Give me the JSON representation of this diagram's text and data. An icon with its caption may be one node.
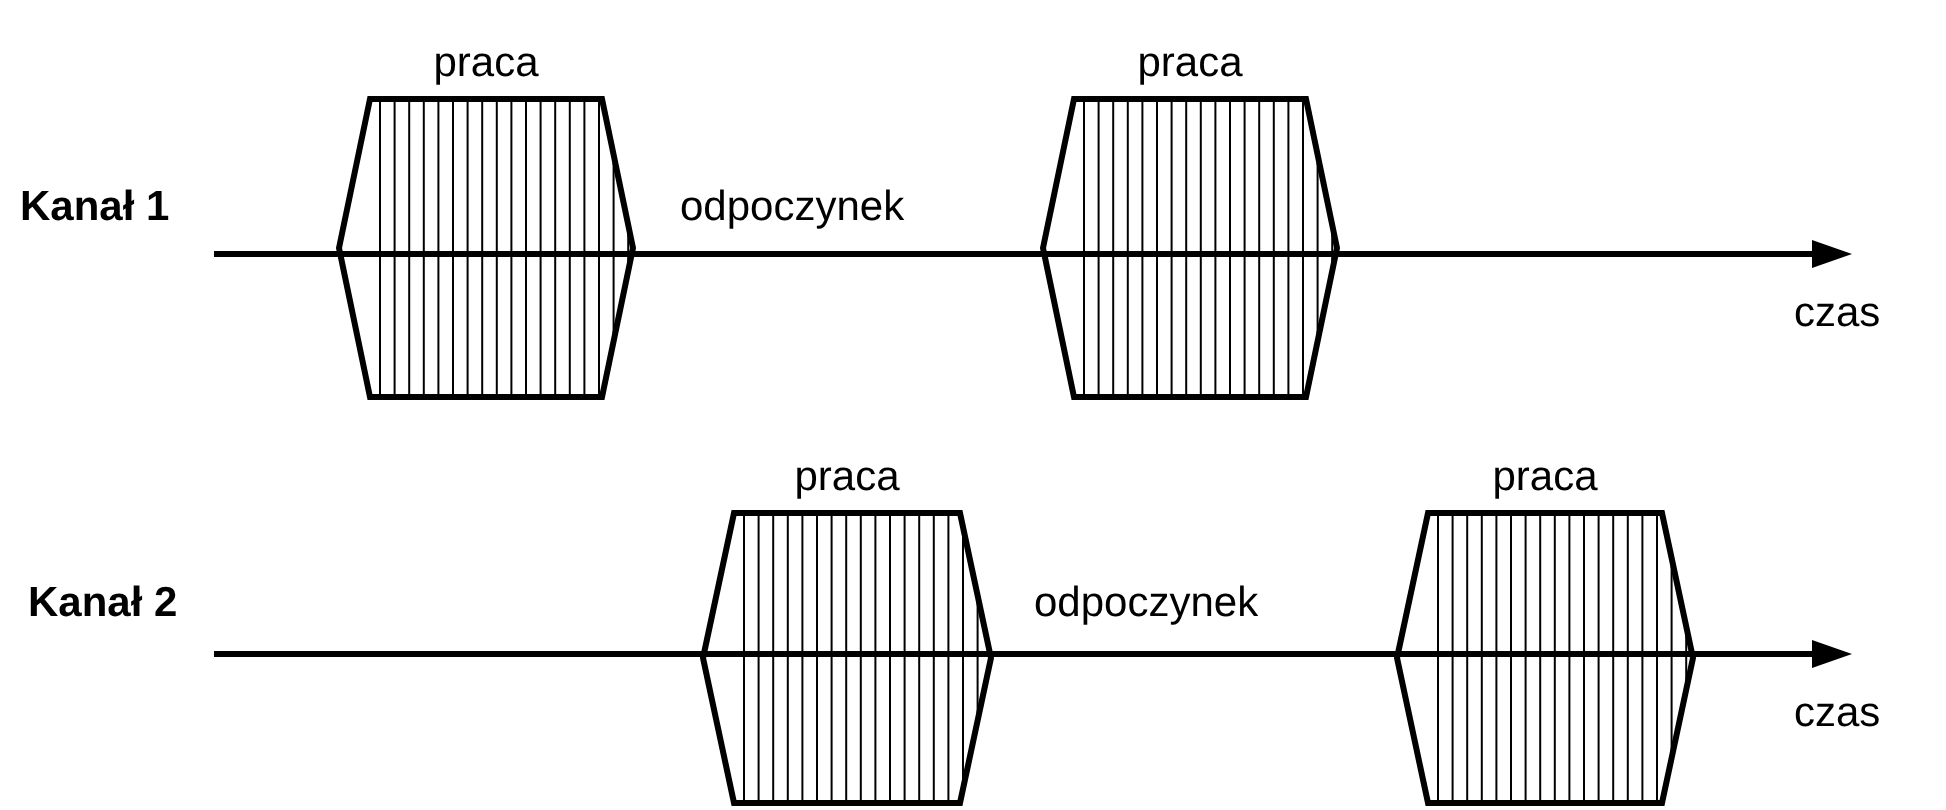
{
  "diagram": {
    "nodes": [
      {
        "text": [
          "praca"
        ]
      },
      {
        "text": [
          "praca"
        ]
      },
      {
        "text": [
          "praca"
        ]
      },
      {
        "text": [
          "praca"
        ]
      }
    ],
    "labels": [
      "Kanał 1",
      "odpoczynek",
      "czas",
      "Kanał 2",
      "odpoczynek",
      "czas"
    ]
  }
}
